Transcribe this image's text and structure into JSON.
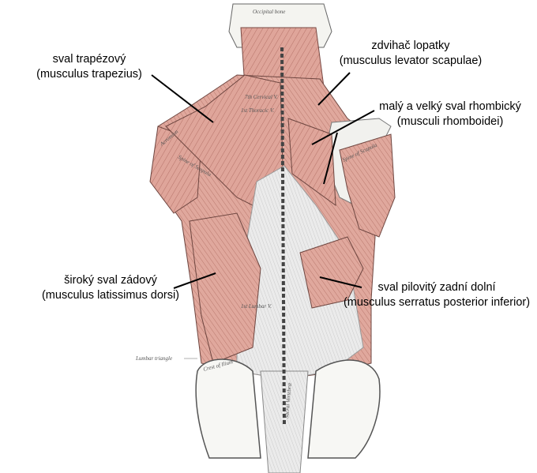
{
  "labels": {
    "trapezius": {
      "czech": "sval trapézový",
      "latin": "(musculus trapezius)"
    },
    "levator": {
      "czech": "zdvihač lopatky",
      "latin": "(musculus levator scapulae)"
    },
    "rhomboid": {
      "czech": "malý a velký sval rhombický",
      "latin": "(musculi rhomboidei)"
    },
    "latissimus": {
      "czech": "široký sval zádový",
      "latin": "(musculus latissimus dorsi)"
    },
    "serratus": {
      "czech": "sval pilovitý zadní dolní",
      "latin": "(musculus serratus posterior inferior)"
    }
  },
  "illustration_text": {
    "occipital": "Occipital bone",
    "cervical": "7th Cervical V.",
    "thoracic": "1st Thoracic V.",
    "lumbar": "1st Lumbar V.",
    "lumbar_triangle": "Lumbar triangle",
    "spine_scapula_left": "Spine of Scapula",
    "spine_scapula_right": "Spine of Scapula",
    "acromion": "Acromion",
    "crest": "Crest of Ilium",
    "sacral": "Sacral Vertebræ"
  },
  "colors": {
    "muscle": "#dfa59a",
    "muscle_dark": "#b9766c",
    "fascia": "#e6e6e6",
    "bone": "#f6f6f3",
    "line": "#000000"
  }
}
